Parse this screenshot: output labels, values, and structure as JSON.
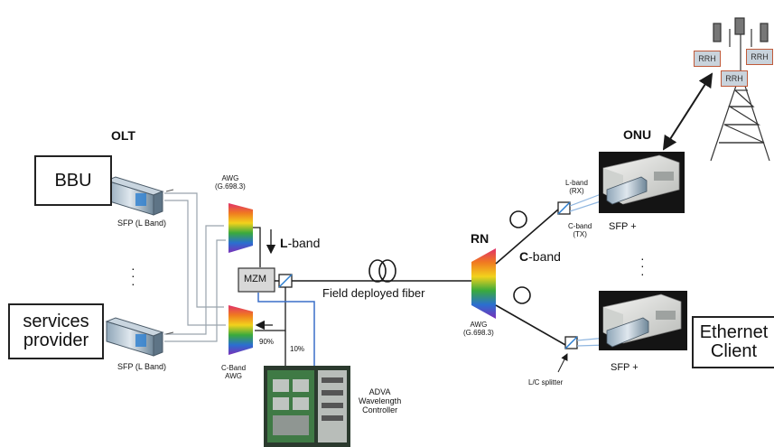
{
  "labels": {
    "olt": "OLT",
    "onu": "ONU",
    "rn": "RN",
    "bbu": "BBU",
    "services_provider": "services\nprovider",
    "ethernet_client": "Ethernet\nClient",
    "sfp_l_band_top": "SFP (L Band)",
    "sfp_l_band_bottom": "SFP (L Band)",
    "awg_left_top": "AWG\n(G.698.3)",
    "awg_rn": "AWG\n(G.698.3)",
    "c_band_awg": "C-Band\nAWG",
    "l_band": "L-band",
    "l_band_prefix": "L",
    "l_band_suffix": "-band",
    "c_band": "C-band",
    "c_band_prefix": "C",
    "c_band_suffix": "-band",
    "mzm": "MZM",
    "field_fiber": "Field deployed fiber",
    "pct_90": "90%",
    "pct_10": "10%",
    "adva": "ADVA\nWavelength\nController",
    "lband_rx": "L-band\n(RX)",
    "cband_tx": "C-band\n(TX)",
    "sfp_plus_top": "SFP +",
    "sfp_plus_bottom": "SFP +",
    "lc_splitter": "L/C splitter",
    "rrh_left": "RRH",
    "rrh_right": "RRH",
    "rrh_bottom": "RRH",
    "dots_left": "·\n·\n·",
    "dots_right": "·\n·\n·"
  },
  "colors": {
    "fiber": "#1a1a1a",
    "control_line": "#3a6fc8",
    "sfp_link": "#9aa4ad",
    "rrh_border": "#c05a3a"
  }
}
